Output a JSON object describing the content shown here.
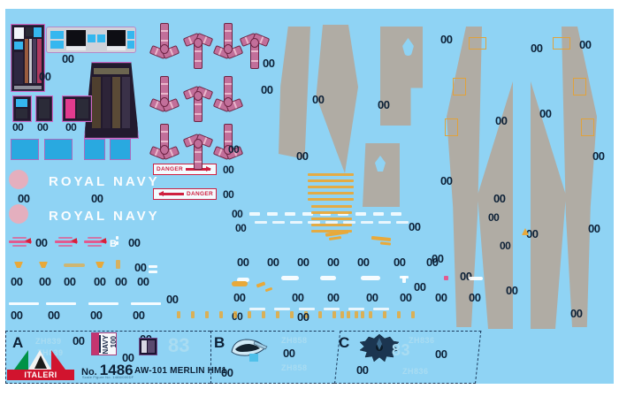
{
  "sheet": {
    "background_color": "#8fd3f4",
    "type": "model-kit-decal-sheet",
    "registration_mark": "00"
  },
  "texts": {
    "royal_navy_1": "ROYAL NAVY",
    "royal_navy_2": "ROYAL NAVY",
    "danger_1": "DANGER",
    "danger_2": "DANGER",
    "letter_b_mark": "B",
    "navy_word": "NAVY",
    "navy_number": "100",
    "big_number": "83"
  },
  "legend": {
    "sections": [
      {
        "letter": "A",
        "code_top": "ZH839",
        "code_bottom": "ZH839"
      },
      {
        "letter": "B",
        "code_top": "ZH858",
        "code_bottom": "ZH858"
      },
      {
        "letter": "C",
        "code_top": "ZH836",
        "code_bottom": "ZH836"
      }
    ],
    "brand": "ITALERI",
    "kit_prefix": "No.",
    "kit_number": "1486",
    "kit_title": "AW-101 MERLIN HM1",
    "fineprint": "Scale Figure No. 1486/000DF"
  },
  "colors": {
    "sheet_blue": "#8fd3f4",
    "grey_decal": "#b0aca4",
    "orange_stencil": "#e8a93a",
    "red_danger": "#cf2040",
    "white_text": "#ffffff",
    "mark_ink": "#0d2137",
    "logo_red": "#d1142e",
    "logo_green": "#009246",
    "faint_code": "#a9dcf2"
  },
  "marks": {
    "count_label": "00",
    "positions_note": "registration numbers printed beside each decal group"
  }
}
